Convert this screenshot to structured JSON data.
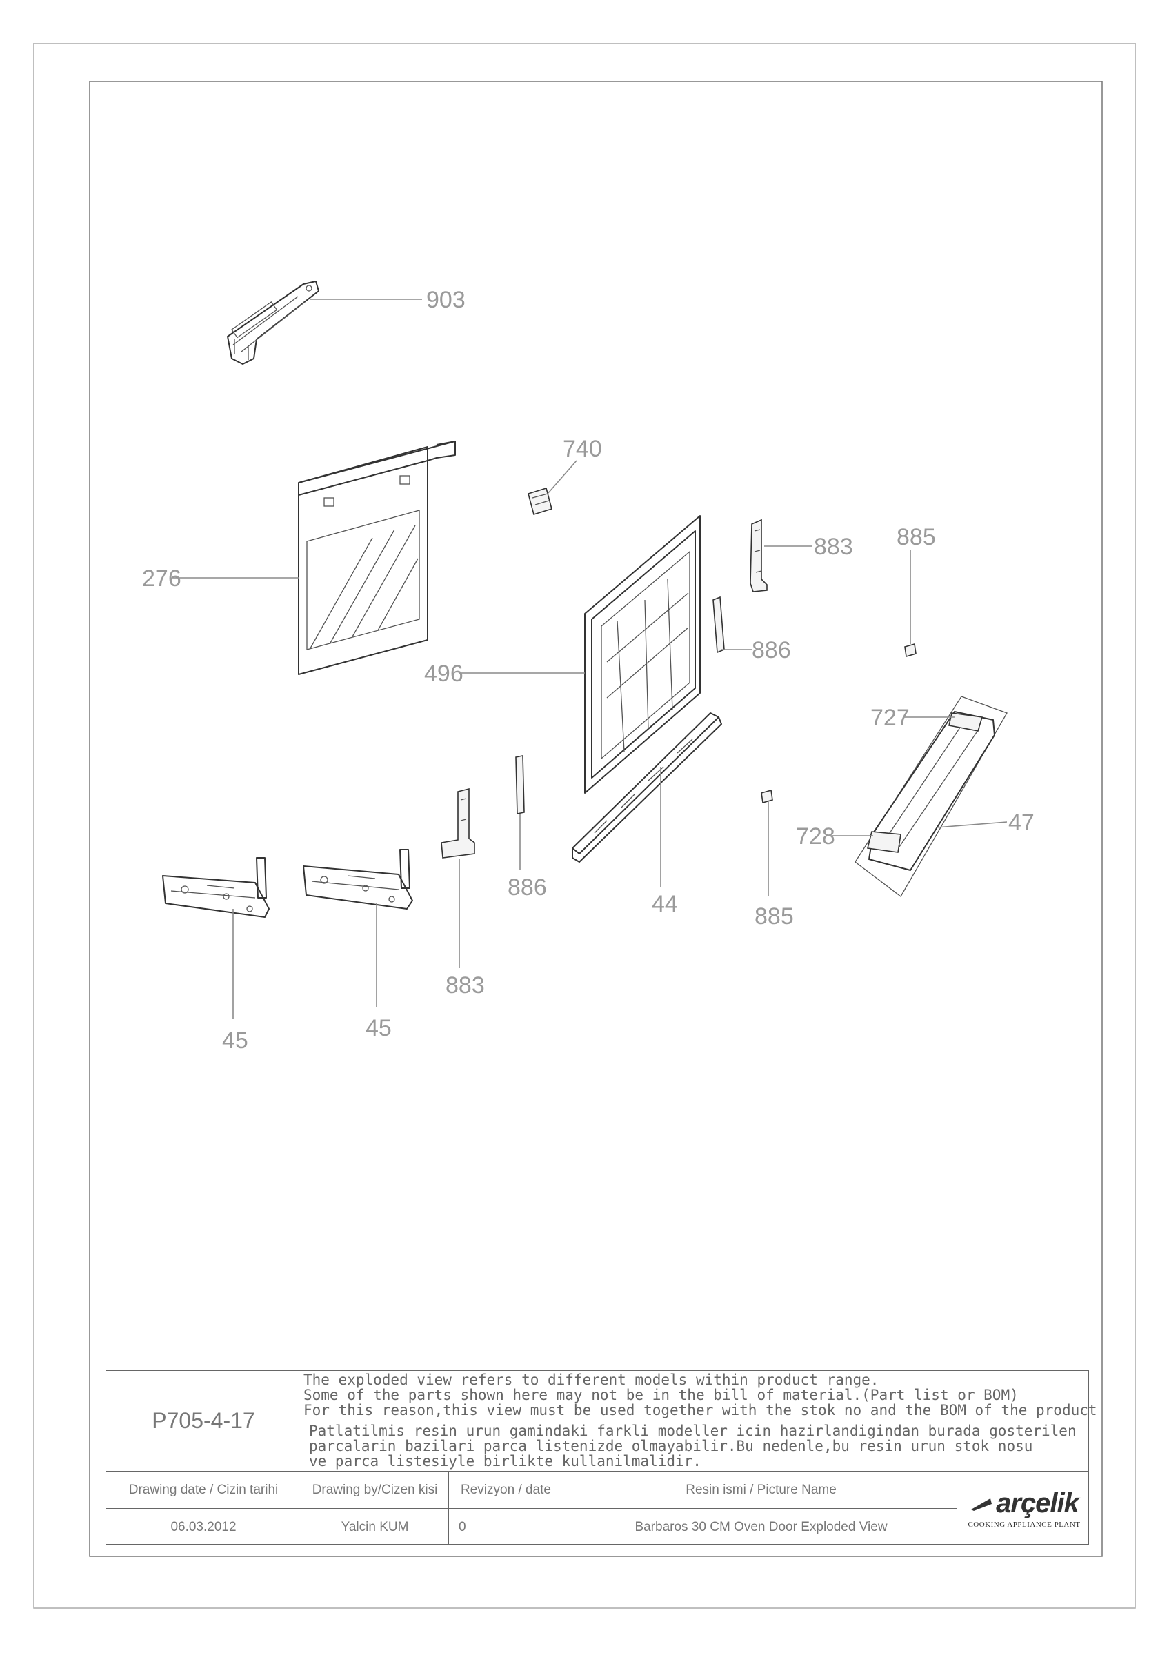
{
  "callouts": {
    "c903": "903",
    "c740": "740",
    "c276": "276",
    "c883a": "883",
    "c885a": "885",
    "c886a": "886",
    "c496": "496",
    "c727": "727",
    "c728": "728",
    "c47": "47",
    "c886b": "886",
    "c44": "44",
    "c885b": "885",
    "c45a": "45",
    "c45b": "45",
    "c883b": "883"
  },
  "titleblock": {
    "drawing_code": "P705-4-17",
    "notes_en": [
      "The exploded view refers to different models within product range.",
      "Some of the parts shown here may not be in the bill of material.(Part list or BOM)",
      "For this reason,this view must be used together with the stok no and the BOM of the product"
    ],
    "notes_tr": [
      "Patlatilmis resin urun gamindaki farkli modeller icin hazirlandigindan burada gosterilen",
      "parcalarin bazilari parca listenizde olmayabilir.Bu nedenle,bu resin urun stok nosu",
      "ve parca listesiyle birlikte kullanilmalidir."
    ],
    "headers": {
      "date": "Drawing date / Cizin tarihi",
      "by": "Drawing by/Cizen kisi",
      "rev": "Revizyon / date",
      "name": "Resin ismi / Picture Name"
    },
    "values": {
      "date": "06.03.2012",
      "by": "Yalcin KUM",
      "rev": "0",
      "name": "Barbaros 30 CM Oven Door Exploded View"
    },
    "logo_text": "arçelik",
    "logo_sub": "COOKING APPLIANCE PLANT"
  },
  "colors": {
    "line": "#333333",
    "callout": "#9a9a9a",
    "frame": "#666666"
  }
}
